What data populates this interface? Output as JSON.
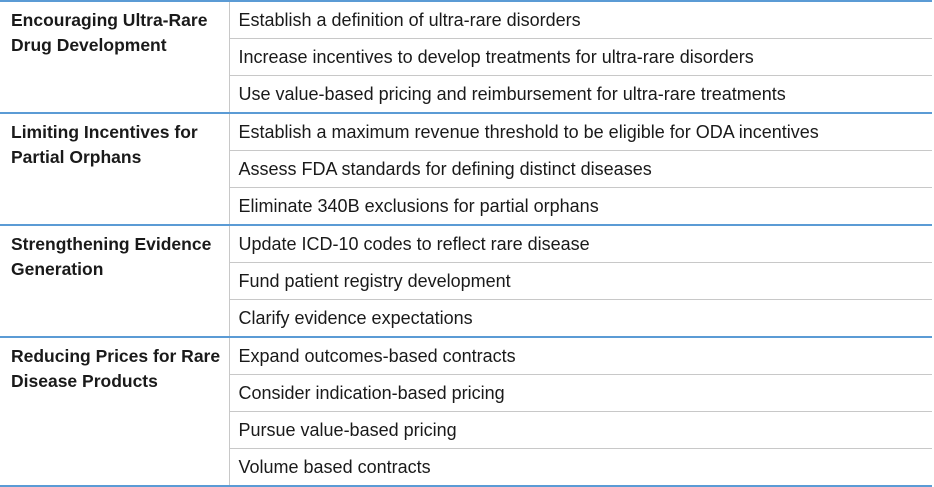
{
  "sections": [
    {
      "category": "Encouraging Ultra-Rare Drug Development",
      "items": [
        "Establish a definition of ultra-rare disorders",
        "Increase incentives to develop treatments for ultra-rare disorders",
        "Use value-based pricing and reimbursement for ultra-rare treatments"
      ]
    },
    {
      "category": "Limiting Incentives for Partial Orphans",
      "items": [
        "Establish a maximum revenue threshold to be eligible for ODA incentives",
        "Assess FDA standards for defining distinct diseases",
        "Eliminate 340B exclusions for partial orphans"
      ]
    },
    {
      "category": "Strengthening Evidence Generation",
      "items": [
        "Update ICD-10 codes to reflect rare disease",
        "Fund patient registry development",
        "Clarify evidence expectations"
      ]
    },
    {
      "category": "Reducing Prices for Rare Disease Products",
      "items": [
        "Expand outcomes-based contracts",
        "Consider indication-based pricing",
        "Pursue value-based pricing",
        "Volume based contracts"
      ]
    }
  ]
}
